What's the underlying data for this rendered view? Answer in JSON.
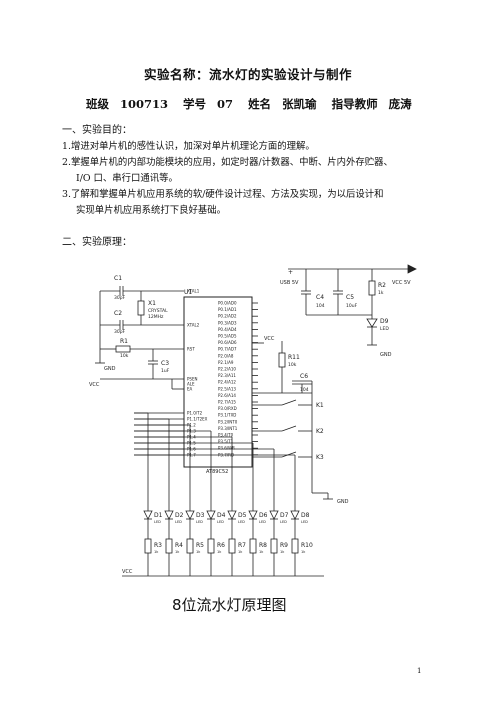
{
  "doc": {
    "title": "实验名称：流水灯的实验设计与制作",
    "meta": {
      "class_label": "班级",
      "class_value": "100713",
      "student_label": "学号",
      "student_value": "07",
      "name_label": "姓名",
      "name_value": "张凯瑜",
      "teacher_label": "指导教师",
      "teacher_value": "庞涛"
    },
    "section1": "一、实验目的：",
    "items": [
      "1.增进对单片机的感性认识，加深对单片机理论方面的理解。",
      "2.掌握单片机的内部功能模块的应用，如定时器/计数器、中断、片内外存贮器、",
      "I/O 口、串行口通讯等。",
      "3.了解和掌握单片机应用系统的软/硬件设计过程、方法及实现，为以后设计和",
      "实现单片机应用系统打下良好基础。"
    ],
    "section2": "二、实验原理：",
    "caption": "8位流水灯原理图",
    "page_number": "1"
  },
  "schematic": {
    "chip": "AT89C52",
    "chip_ref": "U1",
    "left_pins": [
      "XTAL1",
      "XTAL2",
      "RST",
      "PSEN",
      "ALE",
      "EA",
      "P1.0/T2",
      "P1.1/T2EX",
      "P1.2",
      "P1.3",
      "P1.4",
      "P1.5",
      "P1.6",
      "P1.7"
    ],
    "right_pins": [
      "P0.0/AD0",
      "P0.1/AD1",
      "P0.2/AD2",
      "P0.3/AD3",
      "P0.4/AD4",
      "P0.5/AD5",
      "P0.6/AD6",
      "P0.7/AD7",
      "P2.0/A8",
      "P2.1/A9",
      "P2.2/A10",
      "P2.3/A11",
      "P2.4/A12",
      "P2.5/A13",
      "P2.6/A14",
      "P2.7/A15",
      "P3.0/RXD",
      "P3.1/TXD",
      "P3.2/INT0",
      "P3.3/INT1",
      "P3.4/T0",
      "P3.5/T1",
      "P3.6/WR",
      "P3.7/RD"
    ],
    "leds": [
      "D1",
      "D2",
      "D3",
      "D4",
      "D5",
      "D6",
      "D7",
      "D8"
    ],
    "led_sub": "LED",
    "resistors": [
      "R3",
      "R4",
      "R5",
      "R6",
      "R7",
      "R8",
      "R9",
      "R10"
    ],
    "res_value": "1k",
    "keys": [
      "K1",
      "K2",
      "K3"
    ],
    "labels": {
      "c1": "C1",
      "c1v": "30pF",
      "c2": "C2",
      "c2v": "30pF",
      "x1": "X1",
      "x1a": "CRYSTAL",
      "x1b": "12MHz",
      "r1": "R1",
      "r1v": "10k",
      "c3": "C3",
      "c3v": "1uF",
      "gnd": "GND",
      "vcc": "VCC",
      "usb": "USB 5V",
      "c4": "C4",
      "c4v": "104",
      "c5": "C5",
      "c5v": "10uF",
      "r2": "R2",
      "r2v": "1k",
      "vcc5": "VCC 5V",
      "d9": "D9",
      "d9v": "LED",
      "r11": "R11",
      "r11v": "10k",
      "c6": "C6",
      "c6v": "104"
    }
  }
}
